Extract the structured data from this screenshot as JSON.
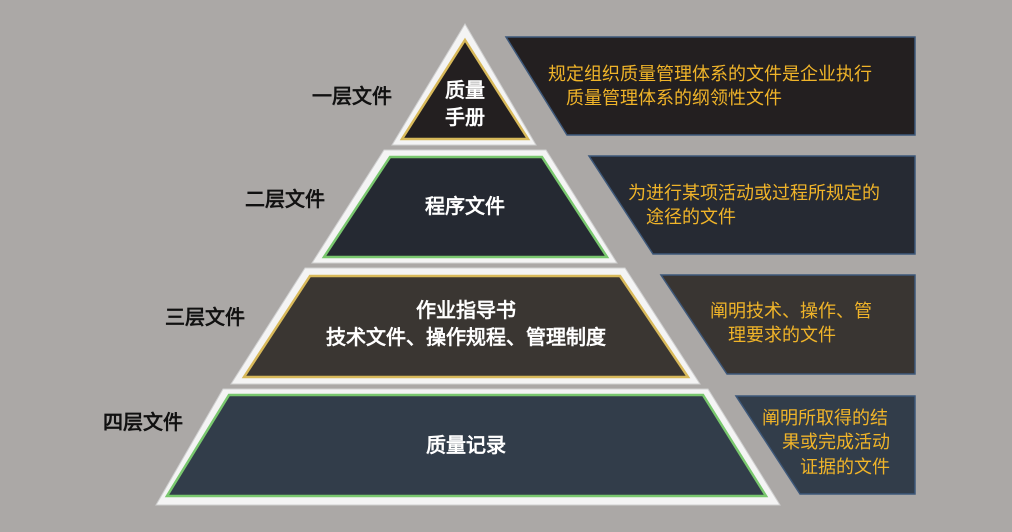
{
  "colors": {
    "background": "#aba8a6",
    "outer_frame": "#f4f4f4",
    "text_highlight": "#f0b429"
  },
  "tiers": [
    {
      "level_label": "一层文件",
      "title_line1": "质量",
      "title_line2": "手册",
      "description_line1": "规定组织质量管理体系的文件是企业执行",
      "description_line2": "质量管理体系的纲领性文件",
      "fill": "#231f20",
      "border": "#d8b95a",
      "box_fill": "#231f20"
    },
    {
      "level_label": "二层文件",
      "title_line1": "程序文件",
      "description_line1": "为进行某项活动或过程所规定的",
      "description_line2": "途径的文件",
      "fill": "#252932",
      "border": "#79c76e",
      "box_fill": "#262a33"
    },
    {
      "level_label": "三层文件",
      "title_line1": "作业指导书",
      "title_line2": "技术文件、操作规程、管理制度",
      "description_line1": "阐明技术、操作、管",
      "description_line2": "理要求的文件",
      "fill": "#3a3632",
      "border": "#d8b95a",
      "box_fill": "#393532"
    },
    {
      "level_label": "四层文件",
      "title_line1": "质量记录",
      "description_line1": "阐明所取得的结",
      "description_line2": "果或完成活动",
      "description_line3": "证据的文件",
      "fill": "#323d4a",
      "border": "#79c76e",
      "box_fill": "#323d4a"
    }
  ]
}
